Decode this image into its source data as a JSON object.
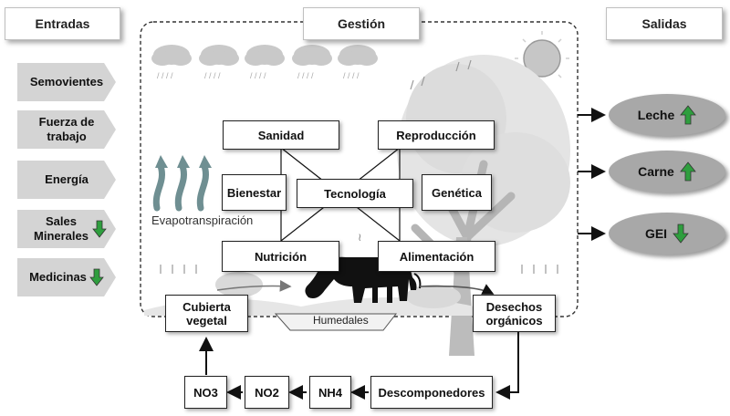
{
  "header": {
    "inputs_title": "Entradas",
    "management_title": "Gestión",
    "outputs_title": "Salidas"
  },
  "inputs": [
    {
      "label": "Semovientes",
      "trend": "none"
    },
    {
      "label": "Fuerza de trabajo",
      "trend": "none"
    },
    {
      "label": "Energía",
      "trend": "none"
    },
    {
      "label": "Sales Minerales",
      "trend": "down"
    },
    {
      "label": "Medicinas",
      "trend": "down"
    }
  ],
  "management": {
    "sanidad": "Sanidad",
    "reproduccion": "Reproducción",
    "bienestar": "Bienestar",
    "tecnologia": "Tecnología",
    "genetica": "Genética",
    "nutricion": "Nutrición",
    "alimentacion": "Alimentación"
  },
  "environment": {
    "evapotranspiration": "Evapotranspiración",
    "wetlands": "Humedales"
  },
  "cycle": {
    "cubierta": "Cubierta vegetal",
    "desechos": "Desechos orgánicos",
    "descomponedores": "Descomponedores",
    "nh4": "NH4",
    "no2": "NO2",
    "no3": "NO3"
  },
  "outputs": [
    {
      "label": "Leche",
      "trend": "up"
    },
    {
      "label": "Carne",
      "trend": "up"
    },
    {
      "label": "GEI",
      "trend": "down"
    }
  ],
  "colors": {
    "trend_arrow": "#2e9e3e",
    "input_bg": "#d4d4d4",
    "output_bg": "#a8a8a8",
    "illustration": "#d0d0d0"
  },
  "icons": [
    "rain-cloud-icon",
    "sun-icon",
    "tree-icon",
    "cow-icon",
    "evapotranspiration-arrow-icon",
    "up-arrow-icon",
    "down-arrow-icon"
  ]
}
